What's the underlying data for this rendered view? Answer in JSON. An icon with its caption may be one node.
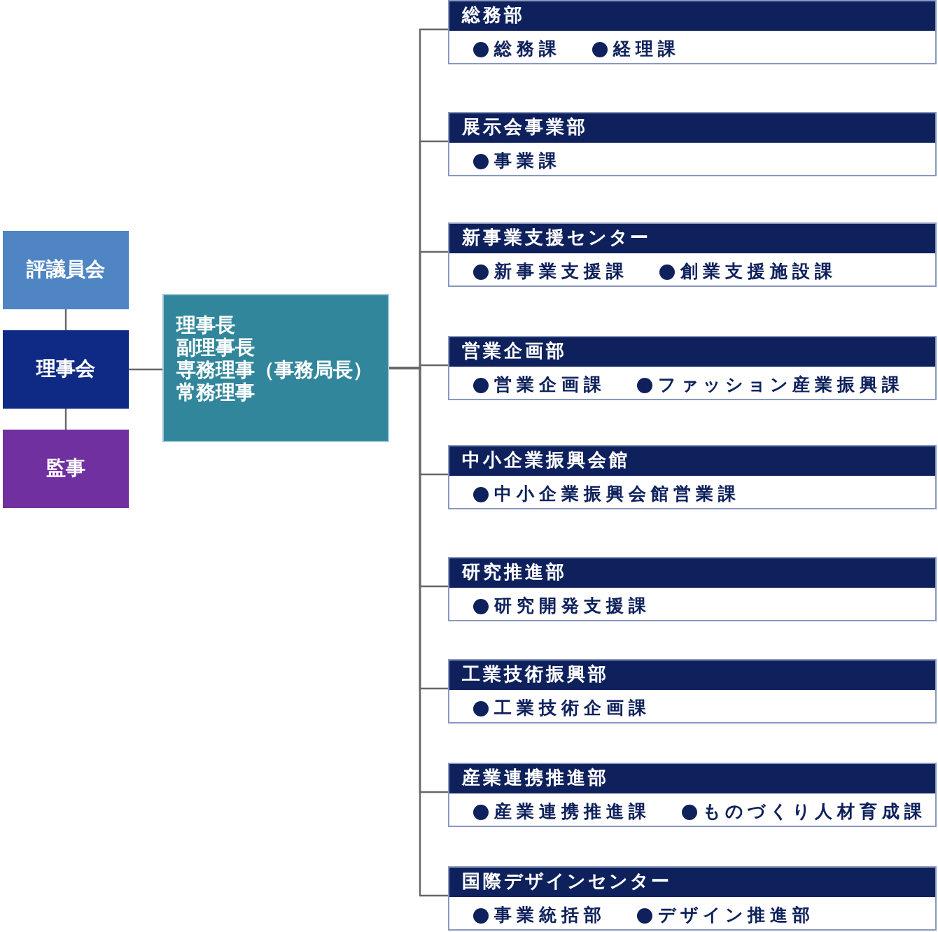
{
  "diagram": {
    "nodes": [
      {
        "text": [
          "評議員会"
        ]
      },
      {
        "text": [
          "理事会"
        ]
      },
      {
        "text": [
          "監事"
        ]
      },
      {
        "text": [
          "理事長",
          "副理事長",
          "専務理事（事務局長）",
          "常務理事"
        ]
      },
      {
        "text": [
          "総務部",
          "総務課",
          "経理課"
        ]
      },
      {
        "text": [
          "展示会事業部",
          "事業課"
        ]
      },
      {
        "text": [
          "新事業支援センター",
          "新事業支援課",
          "創業支援施設課"
        ]
      },
      {
        "text": [
          "営業企画部",
          "営業企画課",
          "ファッション産業振興課"
        ]
      },
      {
        "text": [
          "中小企業振興会館",
          "中小企業振興会館営業課"
        ]
      },
      {
        "text": [
          "研究推進部",
          "研究開発支援課"
        ]
      },
      {
        "text": [
          "工業技術振興部",
          "工業技術企画課"
        ]
      },
      {
        "text": [
          "産業連携推進部",
          "産業連携推進課",
          "ものづくり人材育成課"
        ]
      },
      {
        "text": [
          "国際デザインセンター",
          "事業統括部",
          "デザイン推進部"
        ]
      }
    ],
    "edges": [
      {
        "from": 0,
        "to": 1,
        "arrow": "none"
      },
      {
        "from": 1,
        "to": 2,
        "arrow": "none"
      },
      {
        "from": 1,
        "to": 3,
        "arrow": "none"
      },
      {
        "from": 3,
        "to": 4,
        "arrow": "none"
      },
      {
        "from": 3,
        "to": 5,
        "arrow": "none"
      },
      {
        "from": 3,
        "to": 6,
        "arrow": "none"
      },
      {
        "from": 3,
        "to": 7,
        "arrow": "none"
      },
      {
        "from": 3,
        "to": 8,
        "arrow": "none"
      },
      {
        "from": 3,
        "to": 9,
        "arrow": "none"
      },
      {
        "from": 3,
        "to": 10,
        "arrow": "none"
      },
      {
        "from": 3,
        "to": 11,
        "arrow": "none"
      },
      {
        "from": 3,
        "to": 12,
        "arrow": "none"
      }
    ]
  }
}
